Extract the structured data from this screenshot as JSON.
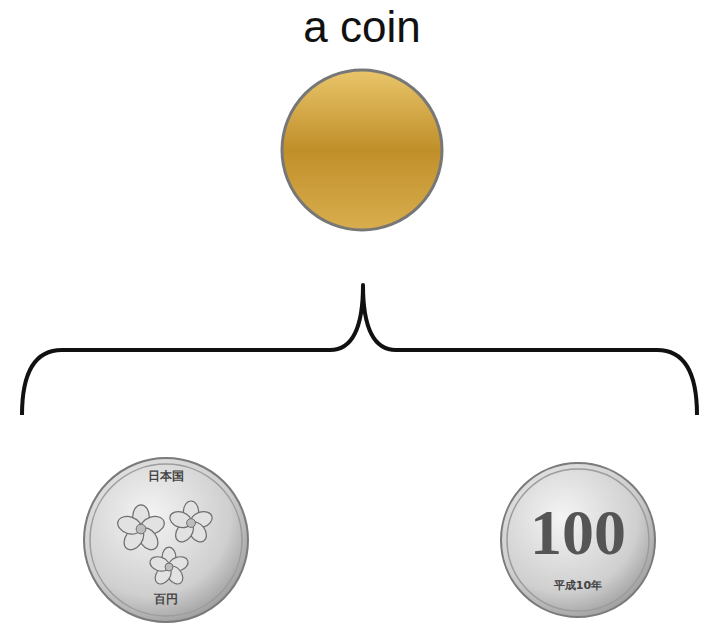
{
  "diagram": {
    "nodes": [
      {
        "text": [
          "a coin"
        ]
      },
      {
        "text": [
          "日本国",
          "百円"
        ]
      },
      {
        "text": [
          "100",
          "平成10年"
        ]
      }
    ]
  }
}
